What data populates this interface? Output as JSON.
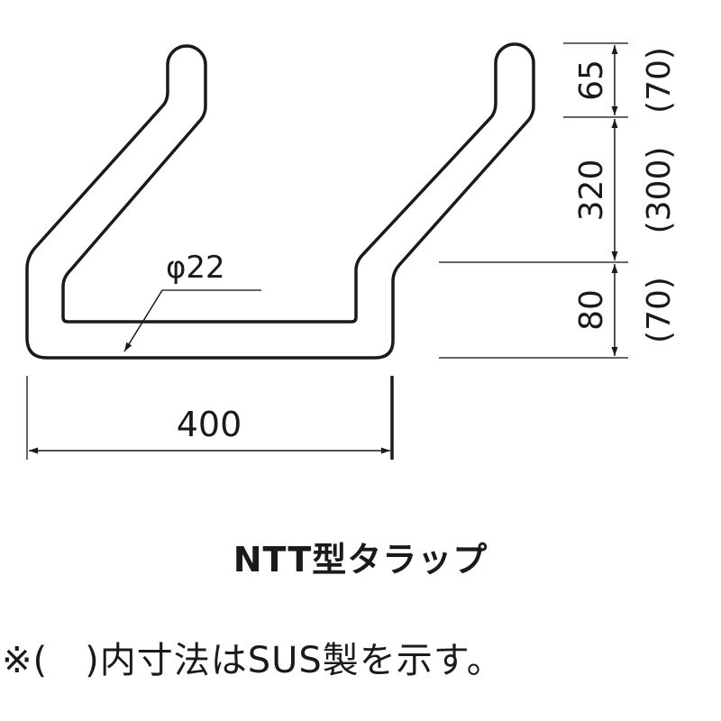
{
  "drawing": {
    "title": "NTT型タラップ",
    "note": "※(　)内寸法はSUS製を示す。",
    "dimensions": {
      "width": "400",
      "diameter": "φ22",
      "top_segment": "65",
      "top_segment_sus": "(70)",
      "middle_segment": "320",
      "middle_segment_sus": "(300)",
      "bottom_segment": "80",
      "bottom_segment_sus": "(70)"
    },
    "colors": {
      "line": "#1a1a1a",
      "background": "#ffffff"
    }
  }
}
